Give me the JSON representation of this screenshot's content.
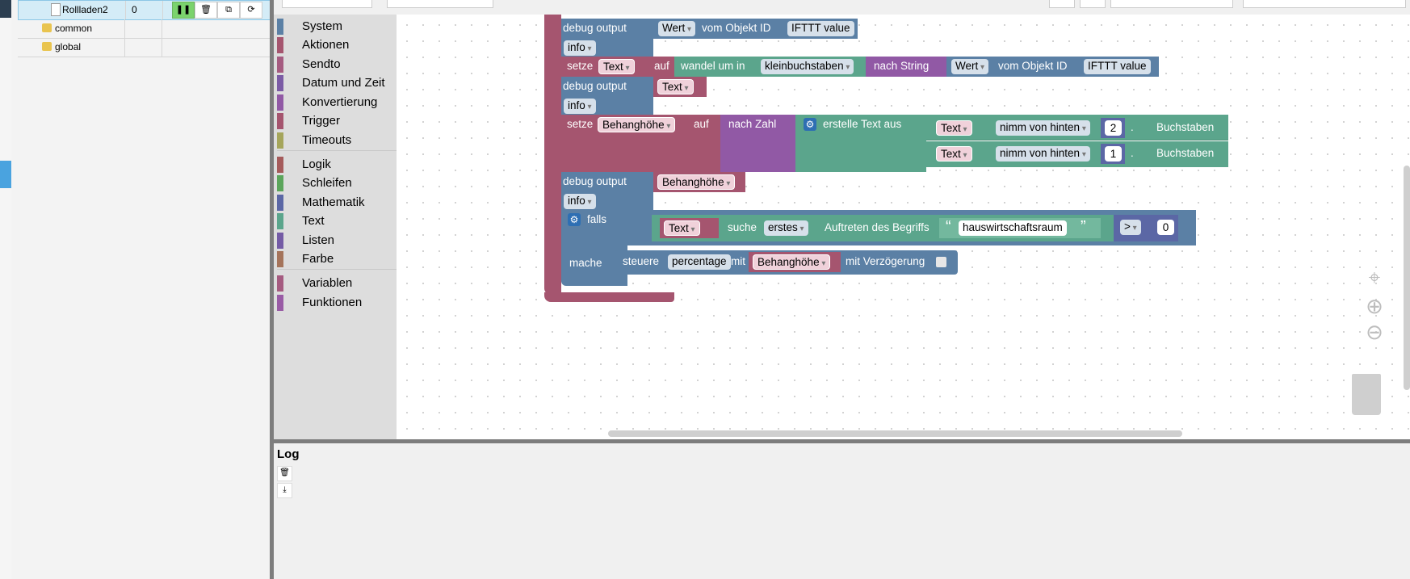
{
  "tree": {
    "rows": [
      {
        "name": "Rollladen2",
        "count": "0",
        "type": "file",
        "selected": true
      },
      {
        "name": "common",
        "count": "",
        "type": "folder",
        "selected": false
      },
      {
        "name": "global",
        "count": "",
        "type": "folder",
        "selected": false
      }
    ],
    "row_buttons": [
      "pause-icon",
      "trash-icon",
      "copy-icon",
      "refresh-icon"
    ]
  },
  "toolbox": {
    "categories": [
      {
        "label": "System",
        "color": "#5b80a5"
      },
      {
        "label": "Aktionen",
        "color": "#a5556f"
      },
      {
        "label": "Sendto",
        "color": "#a55b80"
      },
      {
        "label": "Datum und Zeit",
        "color": "#7b5ba5"
      },
      {
        "label": "Konvertierung",
        "color": "#9159a5"
      },
      {
        "label": "Trigger",
        "color": "#a5556f"
      },
      {
        "label": "Timeouts",
        "color": "#a5a55b"
      },
      {
        "label": "Logik",
        "color": "#a55b5b"
      },
      {
        "label": "Schleifen",
        "color": "#5ba55b"
      },
      {
        "label": "Mathematik",
        "color": "#5b67a5"
      },
      {
        "label": "Text",
        "color": "#5ba58c"
      },
      {
        "label": "Listen",
        "color": "#745ba5"
      },
      {
        "label": "Farbe",
        "color": "#a5745b"
      },
      {
        "label": "Variablen",
        "color": "#a55b80"
      },
      {
        "label": "Funktionen",
        "color": "#995ba5"
      }
    ]
  },
  "blocks": {
    "debug1": {
      "label": "debug output",
      "value_chip": "Wert",
      "text": "vom Objekt ID",
      "id_chip": "IFTTT value",
      "level": "info"
    },
    "set1": {
      "label": "setze",
      "var": "Text",
      "to": "auf",
      "convert": "wandel um in",
      "mode": "kleinbuchstaben",
      "tostring": "nach String",
      "value_chip": "Wert",
      "text": "vom Objekt ID",
      "id_chip": "IFTTT value"
    },
    "debug2": {
      "label": "debug output",
      "var": "Text",
      "level": "info"
    },
    "set2": {
      "label": "setze",
      "var": "Behanghöhe",
      "to": "auf",
      "tonum": "nach Zahl",
      "join": "erstelle Text aus",
      "row1": {
        "var": "Text",
        "op": "nimm von hinten",
        "num": "2",
        "suffix": "Buchstaben"
      },
      "row2": {
        "var": "Text",
        "op": "nimm von hinten",
        "num": "1",
        "suffix": "Buchstaben"
      }
    },
    "debug3": {
      "label": "debug output",
      "var": "Behanghöhe",
      "level": "info"
    },
    "if1": {
      "label": "falls",
      "var": "Text",
      "find": "suche",
      "mode": "erstes",
      "text": "Auftreten des Begriffs",
      "quote_open": "“",
      "term": "hauswirtschaftsraum",
      "quote_close": "”",
      "op": ">",
      "num": "0",
      "do": "mache",
      "control": "steuere",
      "state": "percentage",
      "with": "mit",
      "value": "Behanghöhe",
      "delay": "mit Verzögerung"
    }
  },
  "log": {
    "title": "Log"
  }
}
